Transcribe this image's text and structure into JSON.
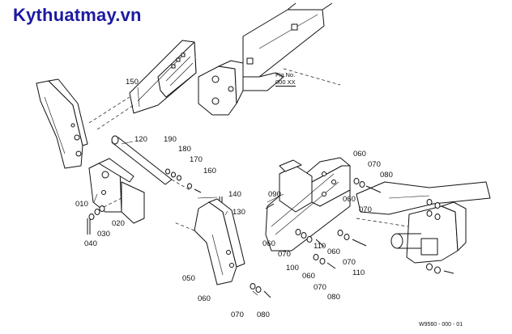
{
  "site": {
    "title": "Kythuatmay.vn"
  },
  "figure_ref": {
    "line1": "Fig.No.",
    "line2": "000 XX"
  },
  "drawing_number": "W9560 - 000 - 01",
  "parts": {
    "p010": "010",
    "p020": "020",
    "p030": "030",
    "p040": "040",
    "p050": "050",
    "p060a": "060",
    "p060b": "060",
    "p060c": "060",
    "p060d": "060",
    "p060e": "060",
    "p070a": "070",
    "p070b": "070",
    "p070c": "070",
    "p070d": "070",
    "p070e": "070",
    "p070f": "070",
    "p080a": "080",
    "p080b": "080",
    "p080c": "080",
    "p090": "090",
    "p100": "100",
    "p110a": "110",
    "p110b": "110",
    "p120": "120",
    "p130": "130",
    "p140": "140",
    "p150": "150",
    "p160": "160",
    "p170": "170",
    "p180": "180",
    "p190": "190"
  }
}
